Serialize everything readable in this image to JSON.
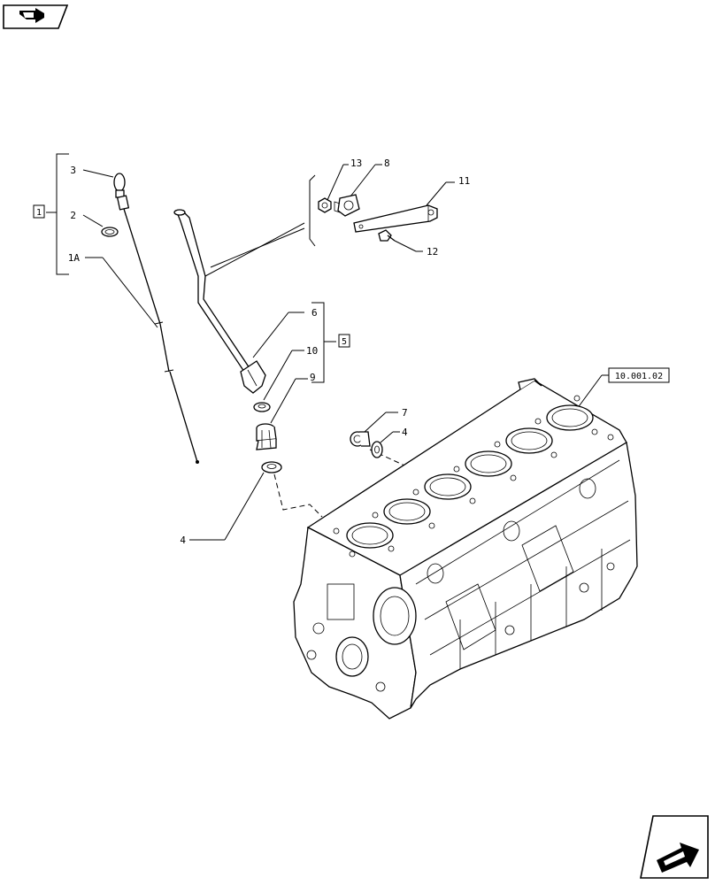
{
  "nav_prev_icon": "arrow-back-icon",
  "nav_next_icon": "arrow-forward-icon",
  "reference_label": "10.001.02",
  "group_markers": {
    "dipstick_group": "1",
    "fitting_group": "5"
  },
  "callouts": {
    "c3": "3",
    "c2": "2",
    "c1A": "1A",
    "c13": "13",
    "c8": "8",
    "c11": "11",
    "c12": "12",
    "c6": "6",
    "c10": "10",
    "c9": "9",
    "c7": "7",
    "c4_right": "4",
    "c4_bottom": "4"
  },
  "colors": {
    "line": "#000000",
    "background": "#ffffff"
  }
}
